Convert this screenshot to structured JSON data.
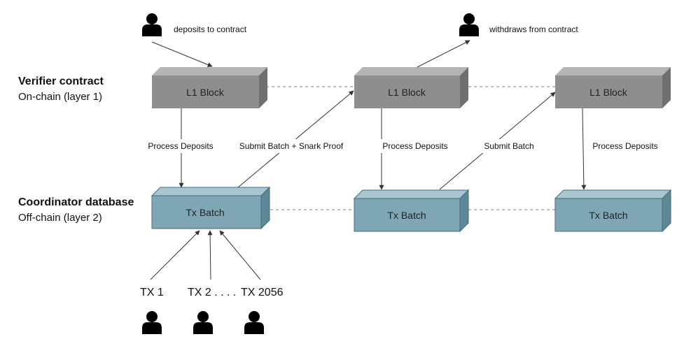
{
  "layers": {
    "onchain_title": "Verifier contract",
    "onchain_subtitle": "On-chain (layer 1)",
    "offchain_title": "Coordinator database",
    "offchain_subtitle": "Off-chain (layer 2)"
  },
  "blocks": {
    "l1": [
      "L1 Block",
      "L1 Block",
      "L1 Block"
    ],
    "batch": [
      "Tx Batch",
      "Tx Batch",
      "Tx Batch"
    ]
  },
  "actors": {
    "depositor": "deposits to contract",
    "withdrawer": "withdraws from contract"
  },
  "arrows": {
    "process_deposits": [
      "Process Deposits",
      "Process Deposits",
      "Process Deposits"
    ],
    "submit_batch_proof": "Submit Batch + Snark Proof",
    "submit_batch": "Submit Batch"
  },
  "transactions": {
    "tx1": "TX 1",
    "tx2": "TX 2 . . . .",
    "txn": "TX 2056"
  },
  "colors": {
    "l1_front": "#8e8e8e",
    "l1_top": "#b4b4b4",
    "l1_side": "#6f6f6f",
    "batch_front": "#7fa6b5",
    "batch_top": "#a9c6d0",
    "batch_side": "#5e8797",
    "batch_edge": "#3f6f80",
    "line": "#333333",
    "dashed": "#999999",
    "person": "#000000"
  }
}
